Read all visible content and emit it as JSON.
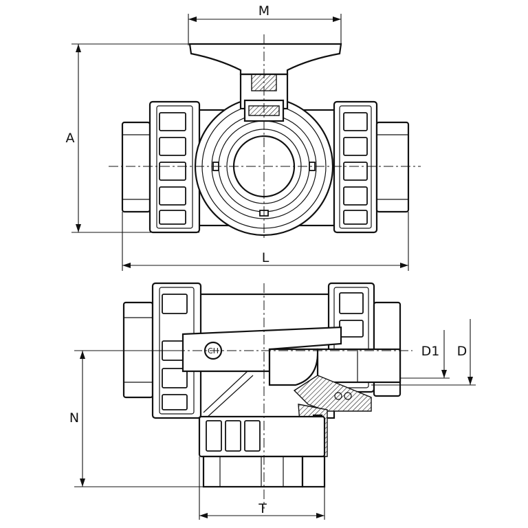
{
  "dimensions": {
    "M": "M",
    "A": "A",
    "L": "L",
    "D1": "D1",
    "D": "D",
    "N": "N",
    "T": "T"
  },
  "callouts": {
    "handle_marker": "CH"
  }
}
